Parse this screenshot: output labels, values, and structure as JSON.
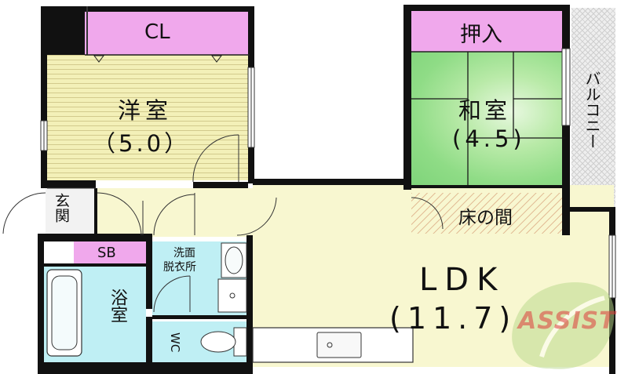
{
  "rooms": {
    "western_room": {
      "name": "洋室",
      "size": "（5.0）"
    },
    "japanese_room": {
      "name": "和室",
      "size": "(4.5)"
    },
    "ldk": {
      "name": "LDK",
      "size": "(11.7)"
    },
    "closet_cl": {
      "label": "CL"
    },
    "oshiire": {
      "label": "押入"
    },
    "tokonoma": {
      "label": "床の間"
    },
    "balcony": {
      "label": "バルコニー"
    },
    "genkan": {
      "label": "玄関"
    },
    "sb": {
      "label": "SB"
    },
    "washroom": {
      "label_line1": "洗面",
      "label_line2": "脱衣所"
    },
    "bath": {
      "label": "浴室"
    },
    "wc": {
      "label": "WC"
    }
  },
  "watermark": {
    "text": "ASSIST"
  }
}
